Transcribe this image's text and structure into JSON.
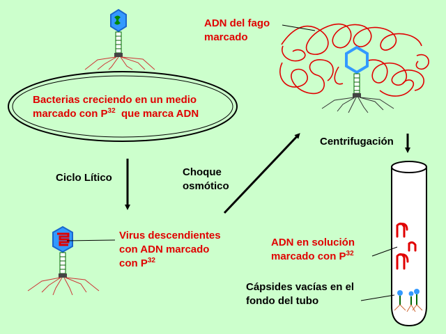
{
  "labels": {
    "bacteria_line1": "Bacterias creciendo en un medio",
    "bacteria_line2_pre": "marcado con P",
    "bacteria_line2_sup": "32",
    "bacteria_line2_post": "  que marca ADN",
    "ciclo": "Ciclo Lítico",
    "choque_line1": "Choque",
    "choque_line2": "osmótico",
    "virus_line1": "Virus descendientes",
    "virus_line2": "con ADN marcado",
    "virus_line3_pre": "con P",
    "virus_line3_sup": "32",
    "adn_fago_line1": "ADN del fago",
    "adn_fago_line2": "marcado",
    "centrifugacion": "Centrifugación",
    "adn_sol_line1": "ADN en solución",
    "adn_sol_line2_pre": "marcado con P",
    "adn_sol_line2_sup": "32",
    "capsides_line1": "Cápsides vacías en el",
    "capsides_line2": "fondo del tubo"
  },
  "colors": {
    "background": "#ccffcc",
    "label_red": "#e00000",
    "dna_red": "#e00000",
    "capsid_blue": "#3399ff",
    "phage_dna_green": "#008800"
  }
}
